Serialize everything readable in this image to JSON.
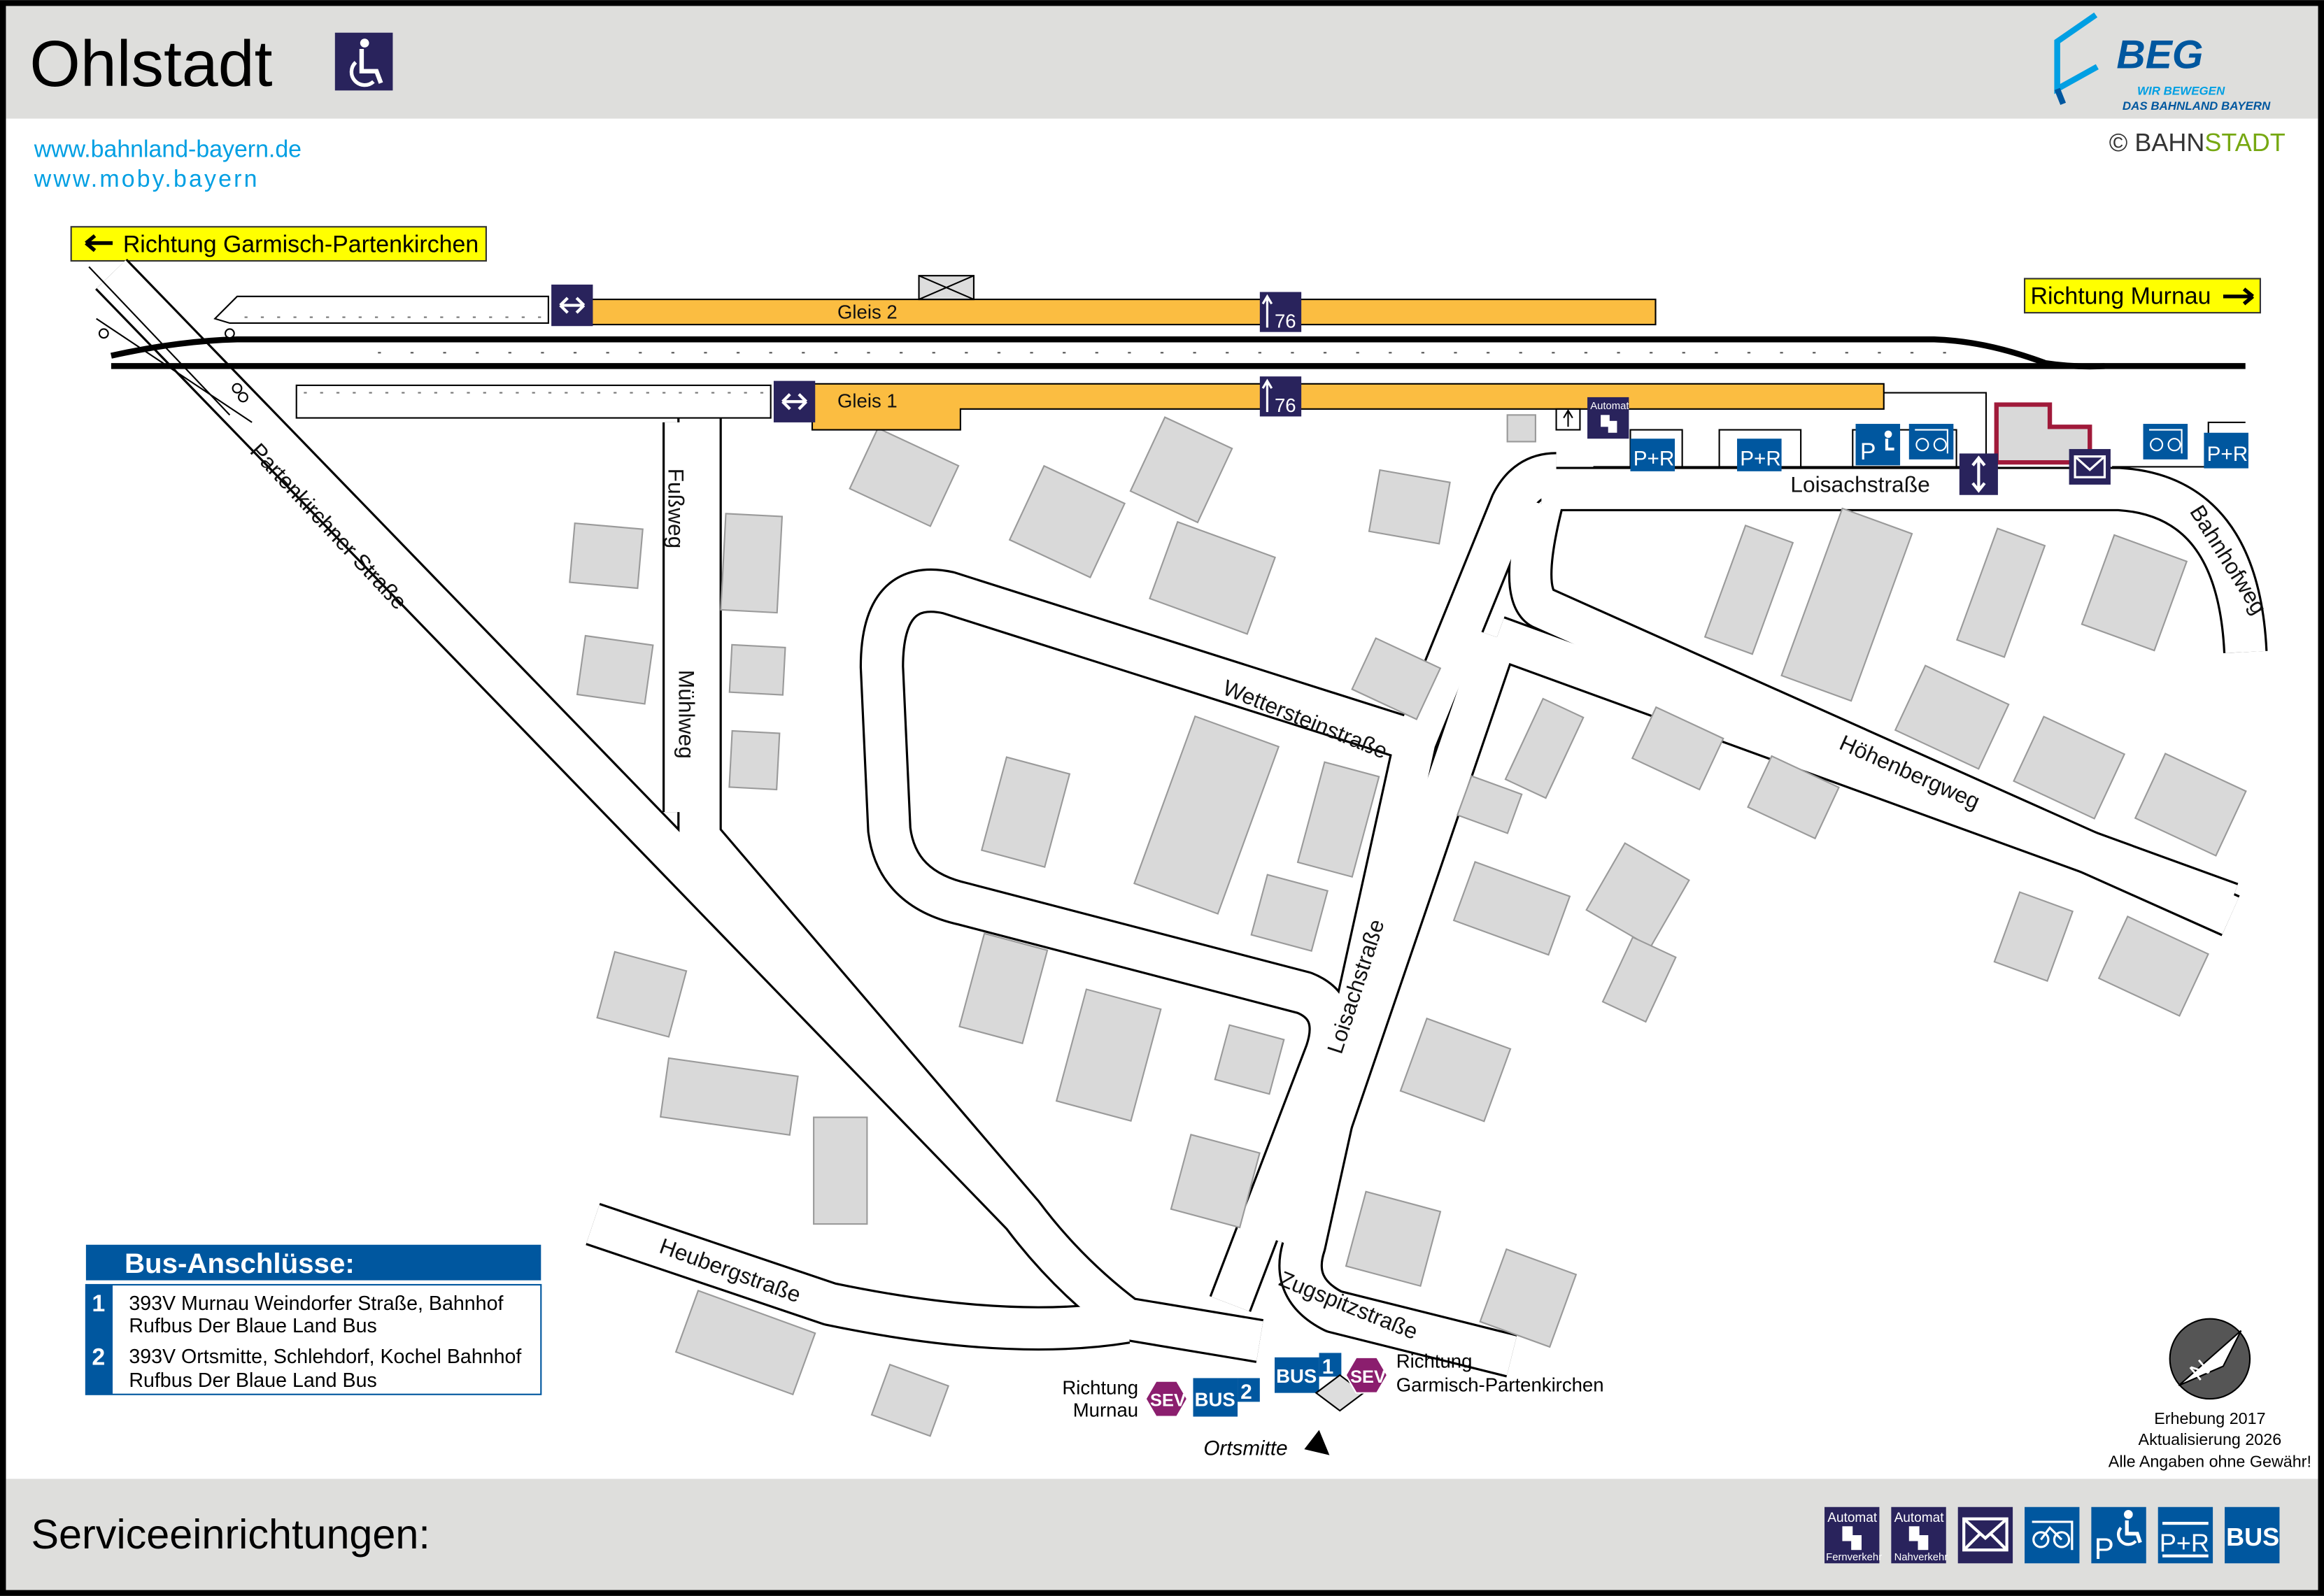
{
  "header": {
    "title": "Ohlstadt",
    "logo": {
      "name": "BEG",
      "tagline1": "WIR BEWEGEN",
      "tagline2": "DAS BAHNLAND BAYERN"
    },
    "links": [
      "www.bahnland-bayern.de",
      "www.moby.bayern"
    ],
    "copyright": {
      "symbol": "©",
      "part1": "BAHN",
      "part2": "STADT"
    }
  },
  "directions": {
    "left": "Richtung Garmisch-Partenkirchen",
    "right": "Richtung Murnau"
  },
  "platforms": {
    "gleis2": "Gleis 2",
    "gleis1": "Gleis 1",
    "height2": "76",
    "height1": "76",
    "automat": "Automat"
  },
  "streets": {
    "partenkirchner": "Partenkirchner Straße",
    "fussweg": "Fußweg",
    "muehlweg": "Mühlweg",
    "wetterstein": "Wettersteinstraße",
    "loisach_top": "Loisachstraße",
    "loisach": "Loisachstraße",
    "hoehenberg": "Höhenbergweg",
    "bahnhofweg": "Bahnhofweg",
    "heuberg": "Heubergstraße",
    "zugspitz": "Zugspitzstraße"
  },
  "parking": {
    "pr": "P+R",
    "p": "P"
  },
  "stops": {
    "left_dir1": "Richtung",
    "left_dir2": "Murnau",
    "right_dir1": "Richtung",
    "right_dir2": "Garmisch-Partenkirchen",
    "sev": "SEV",
    "bus": "BUS",
    "stop1": "1",
    "stop2": "2",
    "ortsmitte": "Ortsmitte"
  },
  "bus_connections": {
    "title": "Bus-Anschlüsse:",
    "entries": [
      {
        "num": "1",
        "line1": "393V Murnau Weindorfer Straße, Bahnhof",
        "line2": "Rufbus Der Blaue Land Bus"
      },
      {
        "num": "2",
        "line1": "393V Ortsmitte, Schlehdorf, Kochel Bahnhof",
        "line2": "Rufbus Der Blaue Land Bus"
      }
    ]
  },
  "survey": {
    "line1": "Erhebung 2017",
    "line2": "Aktualisierung 2026",
    "line3": "Alle Angaben ohne Gewähr!",
    "north": "N"
  },
  "footer": {
    "title": "Serviceeinrichtungen:",
    "icons": [
      {
        "name": "ticket-machine-long-distance",
        "top": "Automat",
        "bottom": "Fernverkehr"
      },
      {
        "name": "ticket-machine-regional",
        "top": "Automat",
        "bottom": "Nahverkehr"
      },
      {
        "name": "mailbox"
      },
      {
        "name": "bike-parking"
      },
      {
        "name": "disabled-parking",
        "label": "P"
      },
      {
        "name": "park-and-ride",
        "label": "P+R"
      },
      {
        "name": "bus",
        "label": "BUS"
      }
    ]
  },
  "colors": {
    "navy": "#29235c",
    "blue": "#00579f",
    "platform": "#fbbd41",
    "sign_yellow": "#ffff00",
    "building": "#d9d9d9",
    "sev": "#8b1e6e",
    "link": "#009fe3",
    "bahnstadt_green": "#76a812"
  }
}
